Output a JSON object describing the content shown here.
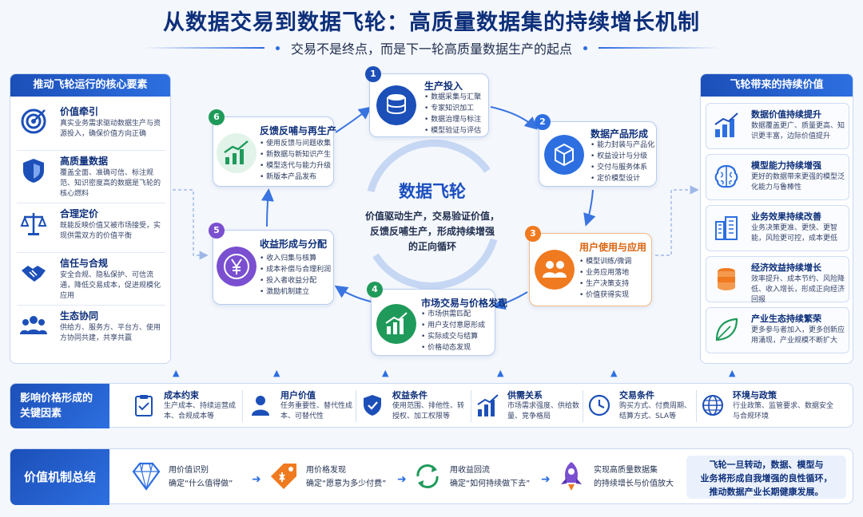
{
  "title": "从数据交易到数据飞轮：高质量数据集的持续增长机制",
  "subtitle": "交易不是终点，而是下一轮高质量数据生产的起点",
  "left_panel": {
    "title": "推动飞轮运行的核心要素",
    "items": [
      {
        "title": "价值牵引",
        "desc": "真实业务需求驱动数据生产与资源投入，确保价值方向正确",
        "icon": "target-icon"
      },
      {
        "title": "高质量数据",
        "desc": "覆盖全面、准确可信、标注规范、知识密度高的数据是飞轮的核心燃料",
        "icon": "shield-icon"
      },
      {
        "title": "合理定价",
        "desc": "既能反映价值又被市场接受，实现供需双方的价值平衡",
        "icon": "scales-icon"
      },
      {
        "title": "信任与合规",
        "desc": "安全合规、隐私保护、可信流通，降低交易成本，促进规模化应用",
        "icon": "handshake-icon"
      },
      {
        "title": "生态协同",
        "desc": "供给方、服务方、平台方、使用方协同共建，共享共赢",
        "icon": "people-icon"
      }
    ]
  },
  "right_panel": {
    "title": "飞轮带来的持续价值",
    "items": [
      {
        "title": "数据价值持续提升",
        "desc": "数据覆盖更广、质量更高、知识更丰富，边际价值提升",
        "icon": "bar-chart-icon"
      },
      {
        "title": "模型能力持续增强",
        "desc": "更好的数据带来更强的模型泛化能力与鲁棒性",
        "icon": "brain-icon"
      },
      {
        "title": "业务效果持续改善",
        "desc": "业务决策更准、更快、更智能，风险更可控，成本更低",
        "icon": "buildings-icon"
      },
      {
        "title": "经济效益持续增长",
        "desc": "效率提升、成本节约、风险降低、收入增长，形成正向经济回报",
        "icon": "coins-icon"
      },
      {
        "title": "产业生态持续繁荣",
        "desc": "更多参与者加入，更多创新应用涌现，产业规模不断扩大",
        "icon": "leaf-icon"
      }
    ]
  },
  "flywheel": {
    "title": "数据飞轮",
    "desc_lines": [
      "价值驱动生产，交易验证价值，",
      "反馈反哺生产，形成持续增强",
      "的正向循环"
    ],
    "steps": [
      {
        "num": "1",
        "title": "生产投入",
        "items": [
          "数据采集与汇聚",
          "专家知识加工",
          "数据治理与标注",
          "模型验证与评估"
        ],
        "icon": "database-icon",
        "color": "#1c4fb8"
      },
      {
        "num": "2",
        "title": "数据产品形成",
        "items": [
          "能力封装与产品化",
          "权益设计与分级",
          "交付与服务体系",
          "定价模型设计"
        ],
        "icon": "box-icon",
        "color": "#2d6fe0"
      },
      {
        "num": "3",
        "title": "用户使用与应用",
        "items": [
          "模型训练/微调",
          "业务应用落地",
          "生产决策支持",
          "价值获得实现"
        ],
        "icon": "users-icon",
        "color": "#f07a1f"
      },
      {
        "num": "4",
        "title": "市场交易与价格发现",
        "items": [
          "市场供需匹配",
          "用户支付意愿形成",
          "实际成交与结算",
          "价格动态发现"
        ],
        "icon": "growth-chart-icon",
        "color": "#1f9a5a"
      },
      {
        "num": "5",
        "title": "收益形成与分配",
        "items": [
          "收入归集与核算",
          "成本补偿与合理利润",
          "投入者收益分配",
          "激励机制建立"
        ],
        "icon": "yen-icon",
        "color": "#7a4fd0"
      },
      {
        "num": "6",
        "title": "反馈反哺与再生产",
        "items": [
          "使用反馈与问题收集",
          "新数据与新知识产生",
          "模型迭代与能力升级",
          "新版本产品发布"
        ],
        "icon": "trend-icon",
        "color": "#1f9a5a"
      }
    ]
  },
  "factors": {
    "title_lines": [
      "影响价格形成的",
      "关键因素"
    ],
    "items": [
      {
        "title": "成本约束",
        "desc": "生产成本、持续运营成本、合规成本等",
        "icon": "clipboard-icon"
      },
      {
        "title": "用户价值",
        "desc": "任务重要性、替代性成本、可替代性",
        "icon": "user-icon"
      },
      {
        "title": "权益条件",
        "desc": "使用范围、排他性、转授权、加工权限等",
        "icon": "shield-check-icon"
      },
      {
        "title": "供需关系",
        "desc": "市场需求强度、供给数量、竞争格局",
        "icon": "bar-chart-icon"
      },
      {
        "title": "交易条件",
        "desc": "购买方式、付费周期、结算方式、SLA等",
        "icon": "clock-icon"
      },
      {
        "title": "环境与政策",
        "desc": "行业政策、监管要求、数据安全与合规环境",
        "icon": "globe-icon"
      }
    ]
  },
  "summary": {
    "title": "价值机制总结",
    "items": [
      {
        "line1": "用价值识别",
        "line2": "确定“什么值得做”",
        "icon": "diamond-icon"
      },
      {
        "line1": "用价格发现",
        "line2": "确定“愿意为多少付费”",
        "icon": "price-tag-icon"
      },
      {
        "line1": "用收益回流",
        "line2": "确定“如何持续做下去”",
        "icon": "recycle-icon"
      },
      {
        "line1": "实现高质量数据集",
        "line2": "的持续增长与价值放大",
        "icon": "rocket-icon"
      }
    ],
    "final_lines": [
      "飞轮一旦转动，数据、模型与",
      "业务将形成自我增强的良性循环，",
      "推动数据产业长期健康发展。"
    ]
  }
}
